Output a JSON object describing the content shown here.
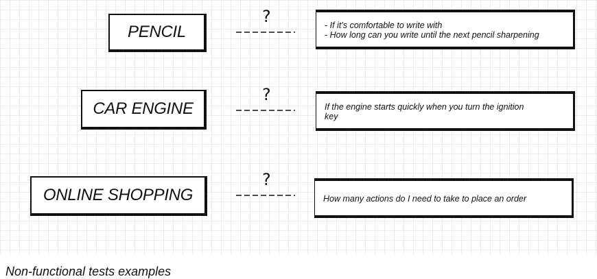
{
  "diagram": {
    "rows": [
      {
        "subject": "PENCIL",
        "relation_symbol": "?",
        "description_lines": [
          "- If it’s comfortable to write with",
          "- How long can you write until the next pencil sharpening"
        ]
      },
      {
        "subject": "CAR ENGINE",
        "relation_symbol": "?",
        "description_lines": [
          "If the engine starts quickly when you turn the ignition",
          "key"
        ]
      },
      {
        "subject": "ONLINE SHOPPING",
        "relation_symbol": "?",
        "description_lines": [
          "How many actions do I need to take to place an order"
        ]
      }
    ],
    "caption": "Non-functional tests examples"
  }
}
